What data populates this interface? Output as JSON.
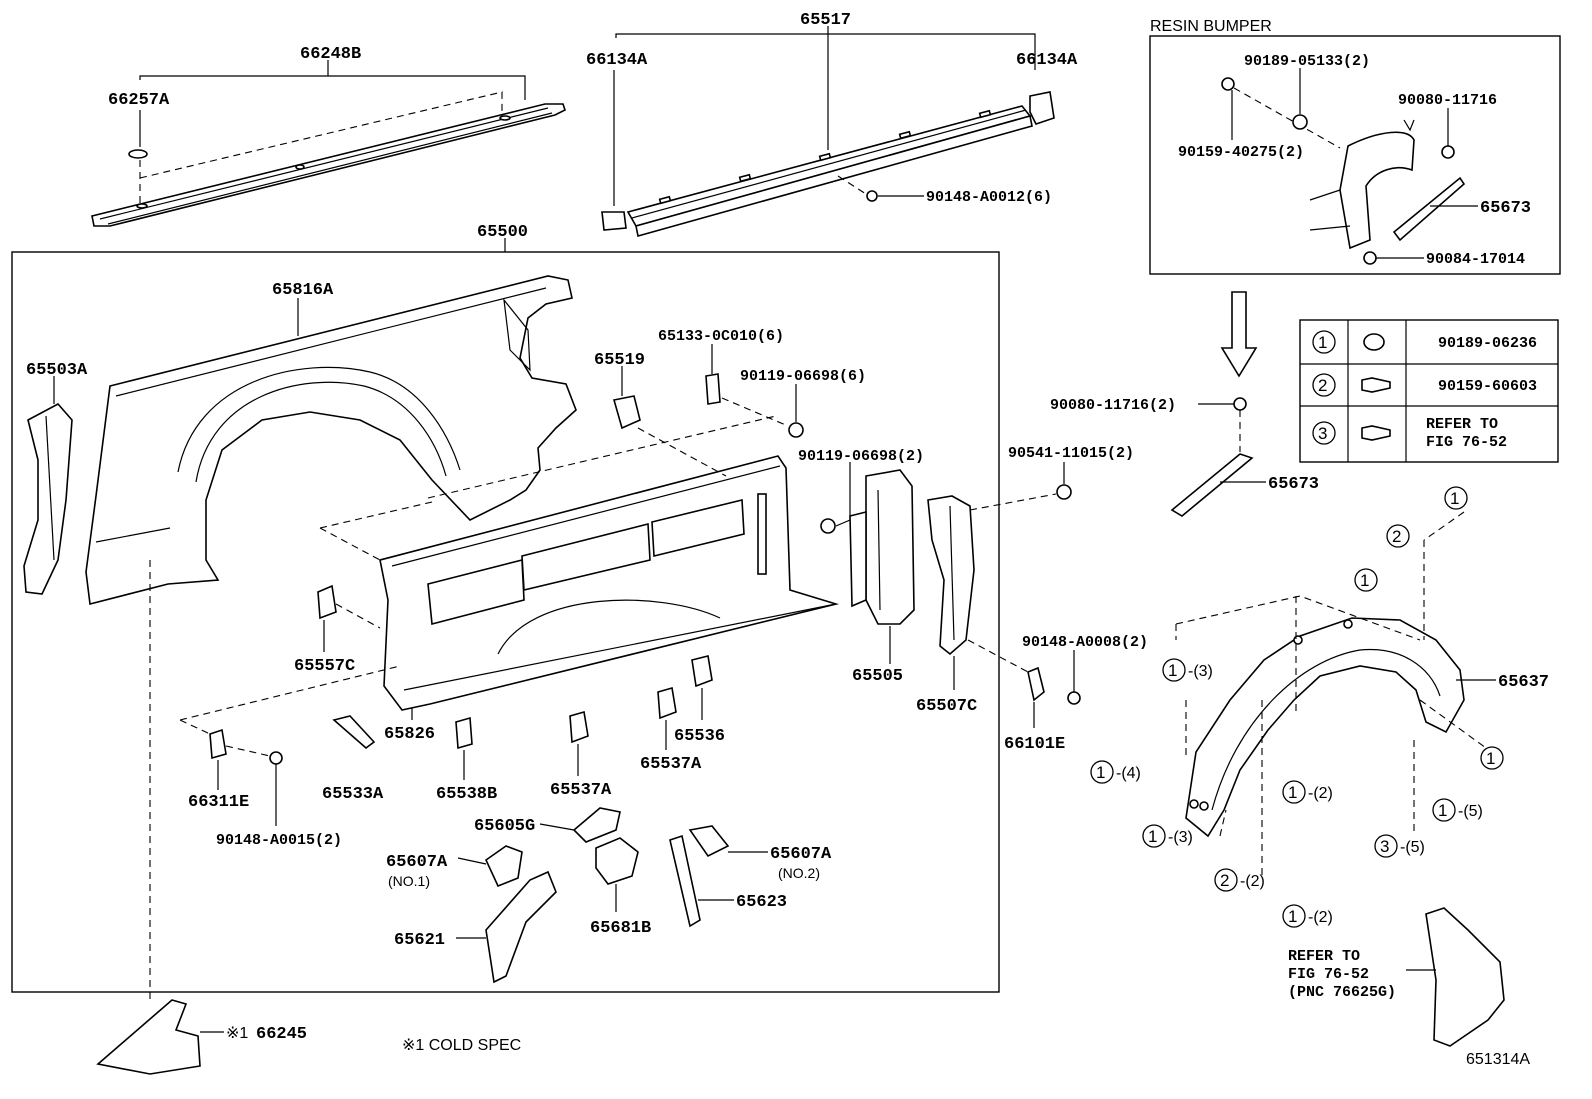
{
  "diagram_id": "651314A",
  "cold_spec_note": "※1 COLD SPEC",
  "resin_bumper_title": "RESIN BUMPER",
  "labels": {
    "p66248B": "66248B",
    "p66257A": "66257A",
    "p65517": "65517",
    "p66134A_l": "66134A",
    "p66134A_r": "66134A",
    "p90148_A0012": "90148-A0012(6)",
    "p65500": "65500",
    "p65816A": "65816A",
    "p65503A": "65503A",
    "p65519": "65519",
    "p65133": "65133-0C010(6)",
    "p90119_6": "90119-06698(6)",
    "p90119_2": "90119-06698(2)",
    "p90541": "90541-11015(2)",
    "p65505": "65505",
    "p65507C": "65507C",
    "p90148_A0008": "90148-A0008(2)",
    "p66101E": "66101E",
    "p65557C": "65557C",
    "p65826": "65826",
    "p65533A": "65533A",
    "p65538B": "65538B",
    "p65537A_a": "65537A",
    "p65537A_b": "65537A",
    "p65536": "65536",
    "p66311E": "66311E",
    "p90148_A0015": "90148-A0015(2)",
    "p65605G": "65605G",
    "p65607A_1": "65607A",
    "p65607A_1_sub": "(NO.1)",
    "p65607A_2": "65607A",
    "p65607A_2_sub": "(NO.2)",
    "p65621": "65621",
    "p65681B": "65681B",
    "p65623": "65623",
    "p66245": "66245",
    "p66245_mark": "※1",
    "rb_90189": "90189-05133(2)",
    "rb_90080": "90080-11716",
    "rb_90159": "90159-40275(2)",
    "rb_65673": "65673",
    "rb_90084": "90084-17014",
    "p90080_2": "90080-11716(2)",
    "p65673": "65673",
    "p65637": "65637",
    "refer_l1": "REFER TO",
    "refer_l2": "FIG 76-52",
    "refer_l3": "(PNC 76625G)"
  },
  "legend": [
    {
      "num": "1",
      "part": "90189-06236"
    },
    {
      "num": "2",
      "part": "90159-60603"
    },
    {
      "num": "3",
      "part_l1": "REFER TO",
      "part_l2": "FIG 76-52"
    }
  ],
  "fastener_callouts": [
    {
      "num": "2",
      "suffix": ""
    },
    {
      "num": "1",
      "suffix": ""
    },
    {
      "num": "1",
      "suffix": ""
    },
    {
      "num": "1",
      "suffix": "-(3)"
    },
    {
      "num": "1",
      "suffix": "-(4)"
    },
    {
      "num": "1",
      "suffix": "-(2)"
    },
    {
      "num": "1",
      "suffix": "-(3)"
    },
    {
      "num": "1",
      "suffix": "-(5)"
    },
    {
      "num": "3",
      "suffix": "-(5)"
    },
    {
      "num": "2",
      "suffix": "-(2)"
    },
    {
      "num": "1",
      "suffix": "-(2)"
    },
    {
      "num": "1",
      "suffix": ""
    }
  ]
}
